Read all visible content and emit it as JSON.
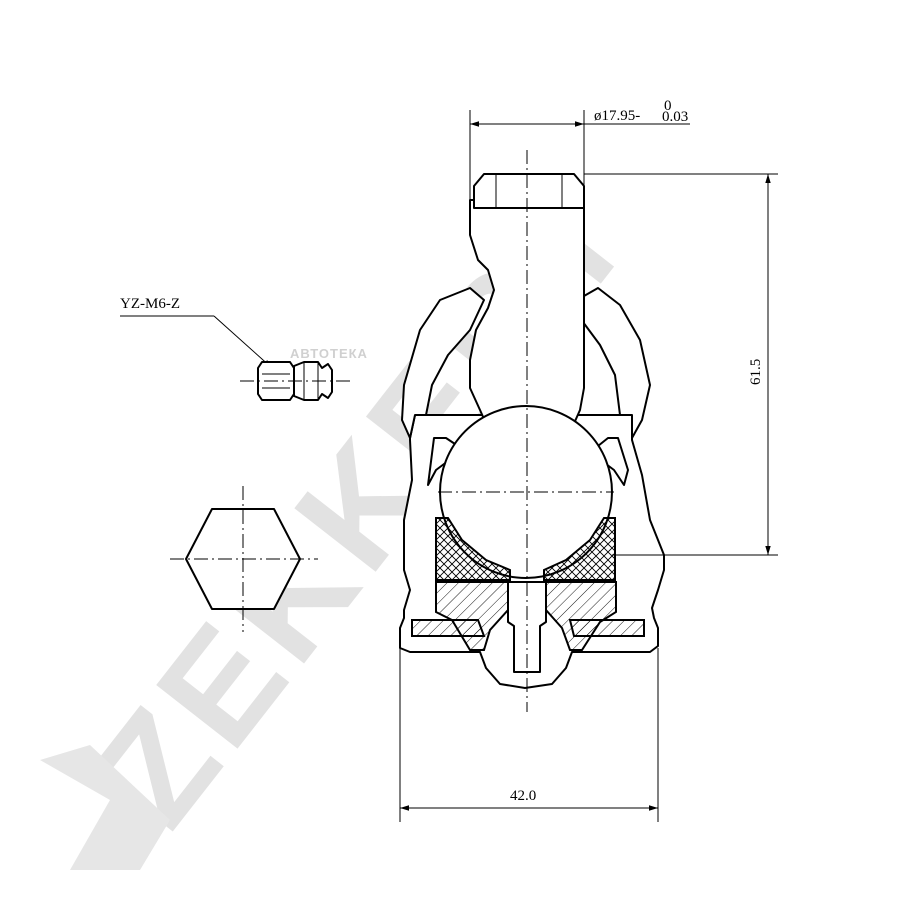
{
  "drawing": {
    "dimensions": {
      "diameter_label": "ø17.95-",
      "diameter_tol_upper": "0",
      "diameter_tol_lower": "0.03",
      "height_label": "61.5",
      "width_label": "42.0"
    },
    "part_label": "YZ-M6-Z",
    "watermarks": {
      "brand": "ZEKKERT",
      "site": "АВТОТЕКА"
    },
    "icons": [
      "ball-joint-section",
      "grease-nipple",
      "hexagon-end-view"
    ]
  }
}
